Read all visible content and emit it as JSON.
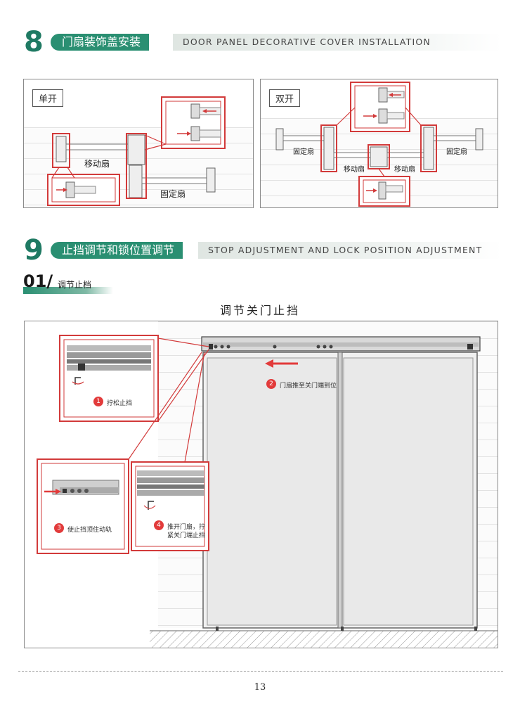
{
  "section8": {
    "num": "8",
    "title_zh": "门扇装饰盖安装",
    "title_en": "DOOR PANEL DECORATIVE COVER INSTALLATION"
  },
  "panel_single": {
    "tag": "单开",
    "label_moving": "移动扇",
    "label_fixed": "固定扇"
  },
  "panel_double": {
    "tag": "双开",
    "label_fixed_left": "固定扇",
    "label_fixed_right": "固定扇",
    "label_moving_left": "移动扇",
    "label_moving_right": "移动扇"
  },
  "section9": {
    "num": "9",
    "title_zh": "止挡调节和锁位置调节",
    "title_en": "STOP ADJUSTMENT AND LOCK POSITION ADJUSTMENT"
  },
  "sub01": {
    "num": "01/",
    "title": "调节止档"
  },
  "figure": {
    "title": "调节关门止挡",
    "step1": {
      "num": "1",
      "text": "拧松止挡"
    },
    "step2": {
      "num": "2",
      "text": "门扇推至关门端到位"
    },
    "step3": {
      "num": "3",
      "text": "使止挡顶住动轨"
    },
    "step4": {
      "num": "4",
      "text_line1": "推开门扇，拧",
      "text_line2": "紧关门端止挡"
    }
  },
  "page_number": "13",
  "colors": {
    "brand_green": "#2a8f72",
    "section_number": "#1f7a63",
    "callout_red": "#d23a3a"
  }
}
